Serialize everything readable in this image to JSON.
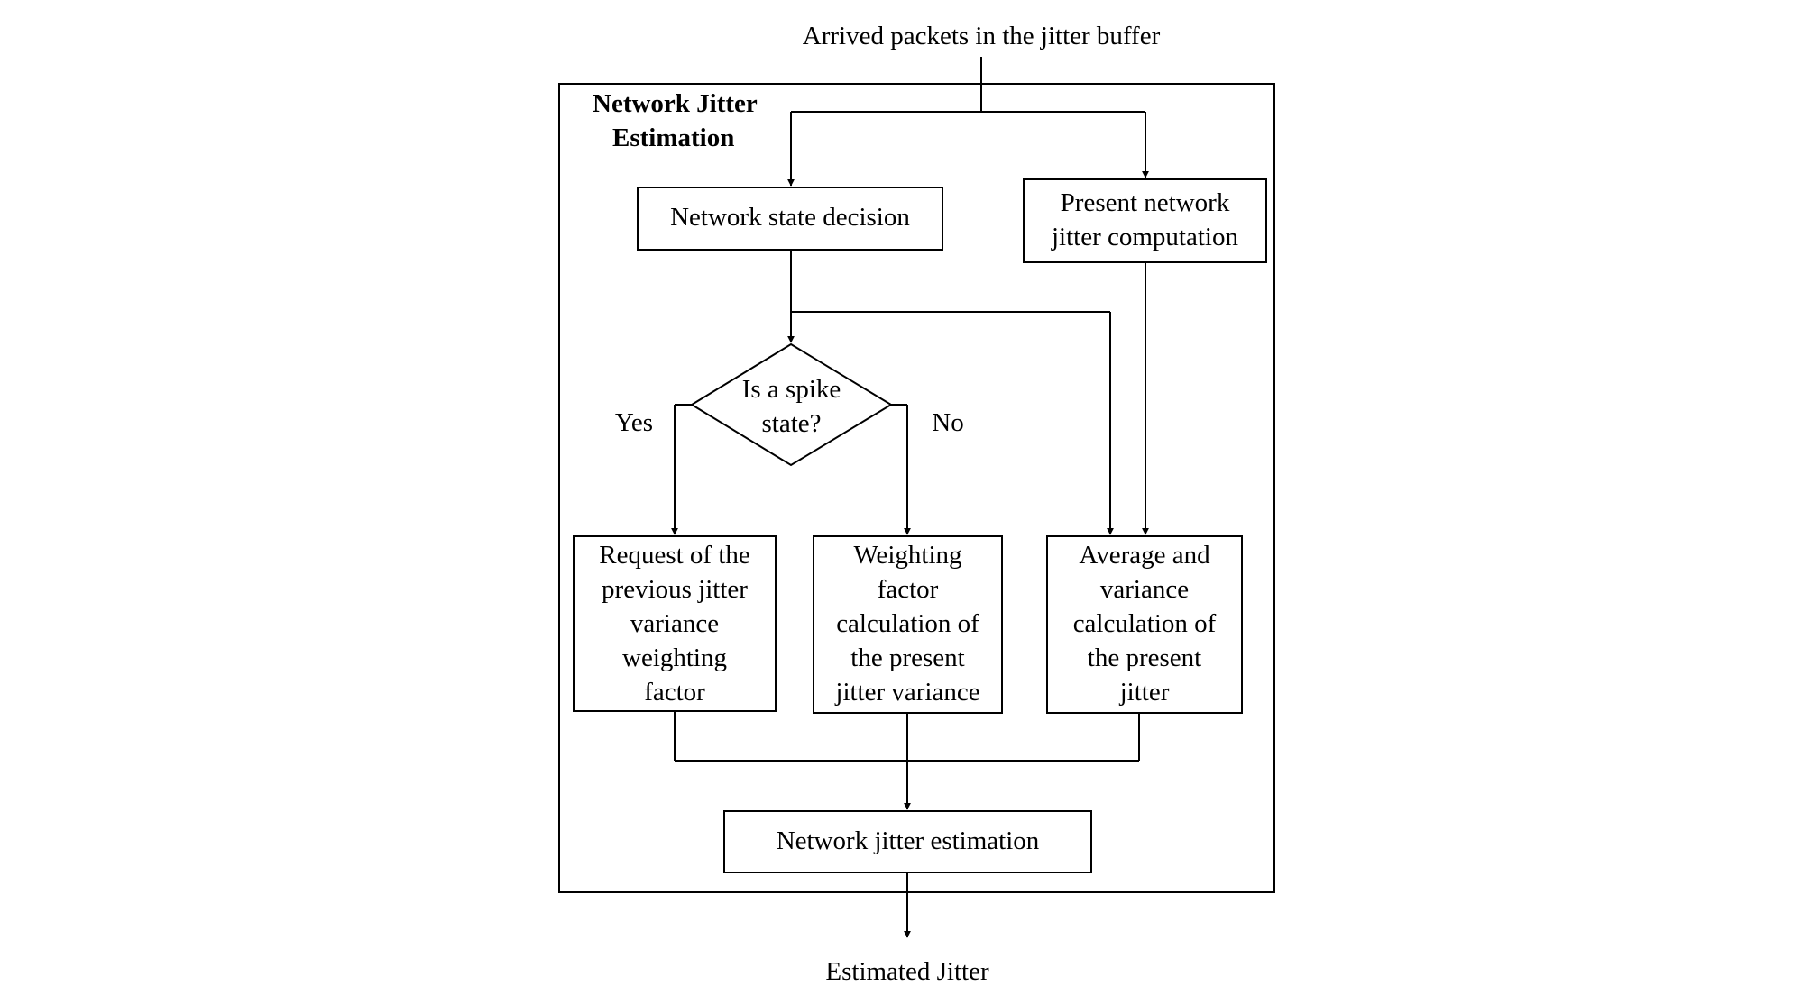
{
  "input_label": "Arrived packets in the jitter buffer",
  "output_label": "Estimated Jitter",
  "container": {
    "title_line1": "Network Jitter",
    "title_line2": "Estimation"
  },
  "nodes": {
    "state_decision": {
      "line1": "Network state decision"
    },
    "present_jitter": {
      "line1": "Present network",
      "line2": "jitter computation"
    },
    "spike_decision": {
      "line1": "Is a spike",
      "line2": "state?"
    },
    "request_previous": {
      "line1": "Request of the",
      "line2": "previous jitter",
      "line3": "variance",
      "line4": "weighting",
      "line5": "factor"
    },
    "weighting_factor": {
      "line1": "Weighting",
      "line2": "factor",
      "line3": "calculation of",
      "line4": "the present",
      "line5": "jitter variance"
    },
    "average_variance": {
      "line1": "Average and",
      "line2": "variance",
      "line3": "calculation of",
      "line4": "the present",
      "line5": "jitter"
    },
    "jitter_estimation": {
      "line1": "Network jitter estimation"
    }
  },
  "branches": {
    "yes": "Yes",
    "no": "No"
  }
}
